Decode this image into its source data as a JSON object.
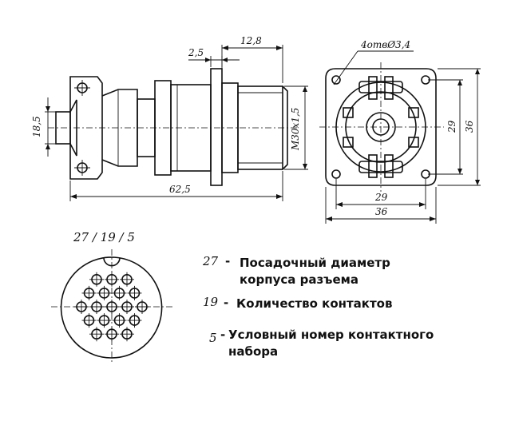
{
  "dimensions": {
    "d_12_8": "12,8",
    "d_2_5": "2,5",
    "d_18_5": "18,5",
    "d_m30": "M30x1,5",
    "d_62_5": "62,5",
    "d_holes": "4отвØ3,4",
    "d_29_v": "29",
    "d_36_v": "36",
    "d_29_h": "29",
    "d_36_h": "36"
  },
  "designation": {
    "code": "27 / 19 / 5"
  },
  "legend": {
    "items": [
      {
        "num": "27",
        "dash": "-",
        "line1": "Посадочный диаметр",
        "line2": "корпуса разъема"
      },
      {
        "num": "19",
        "dash": "-",
        "line1": "Количество контактов",
        "line2": ""
      },
      {
        "num": "5",
        "dash": "-",
        "line1": "Условный номер контактного",
        "line2": "набора"
      }
    ]
  },
  "contacts": {
    "count": 19
  },
  "colors": {
    "ink": "#111111",
    "paper": "#ffffff"
  }
}
